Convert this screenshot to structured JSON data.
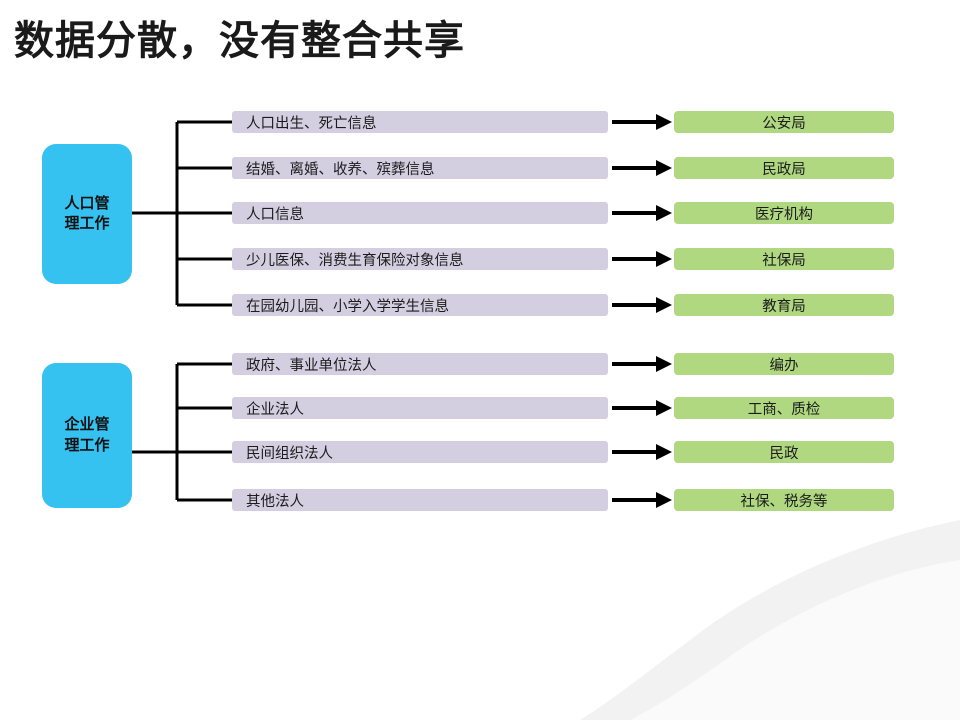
{
  "slide": {
    "title": "数据分散，没有整合共享",
    "colors": {
      "background": "#FFFFFF",
      "group_box": "#35C2F0",
      "data_bar": "#D3CEE0",
      "agency_box": "#AFD880",
      "connector": "#000000",
      "arrow": "#000000",
      "title_text": "#1A1A1A"
    }
  },
  "groups": [
    {
      "id": "population",
      "label": "人口管\n理工作",
      "label_line1": "人口管",
      "label_line2": "理工作",
      "rows": [
        {
          "data": "人口出生、死亡信息",
          "agency": "公安局"
        },
        {
          "data": "结婚、离婚、收养、殡葬信息",
          "agency": "民政局"
        },
        {
          "data": "人口信息",
          "agency": "医疗机构"
        },
        {
          "data": "少儿医保、消费生育保险对象信息",
          "agency": "社保局"
        },
        {
          "data": "在园幼儿园、小学入学学生信息",
          "agency": "教育局"
        }
      ]
    },
    {
      "id": "enterprise",
      "label": "企业管\n理工作",
      "label_line1": "企业管",
      "label_line2": "理工作",
      "rows": [
        {
          "data": "政府、事业单位法人",
          "agency": "编办"
        },
        {
          "data": "企业法人",
          "agency": "工商、质检"
        },
        {
          "data": "民间组织法人",
          "agency": "民政"
        },
        {
          "data": "其他法人",
          "agency": "社保、税务等"
        }
      ]
    }
  ]
}
